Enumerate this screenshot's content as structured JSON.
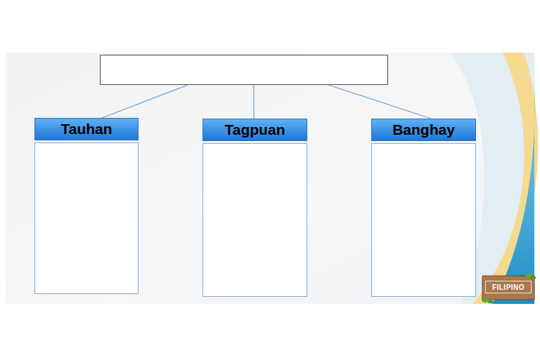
{
  "diagram": {
    "nodes": [
      {
        "text": []
      },
      {
        "text": [
          "Tauhan"
        ]
      },
      {
        "text": [
          "Tagpuan"
        ]
      },
      {
        "text": [
          "Banghay"
        ]
      }
    ],
    "edges": [
      {
        "from": 0,
        "to": 1,
        "arrow": "none"
      },
      {
        "from": 0,
        "to": 2,
        "arrow": "none"
      },
      {
        "from": 0,
        "to": 3,
        "arrow": "none"
      }
    ],
    "labels": [
      "FILIPINO"
    ]
  }
}
